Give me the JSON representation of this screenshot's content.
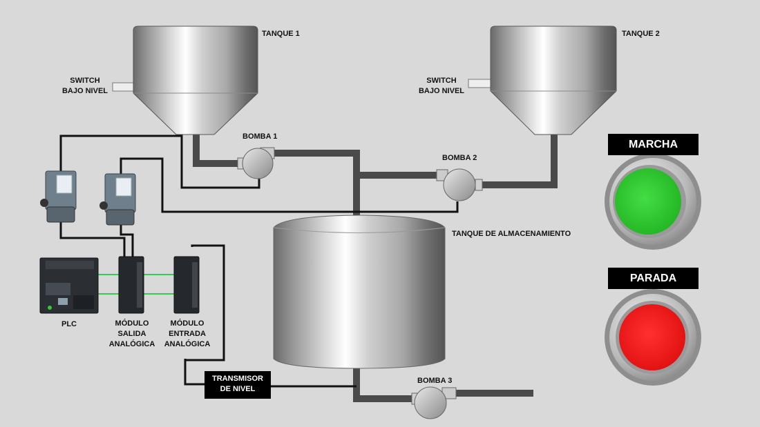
{
  "tanks": {
    "tank1": "TANQUE 1",
    "tank2": "TANQUE 2",
    "storage": "TANQUE DE ALMACENAMIENTO"
  },
  "switches": {
    "switch1": [
      "SWITCH",
      "BAJO NIVEL"
    ],
    "switch2": [
      "SWITCH",
      "BAJO NIVEL"
    ]
  },
  "pumps": {
    "pump1": "BOMBA 1",
    "pump2": "BOMBA 2",
    "pump3": "BOMBA 3"
  },
  "control": {
    "plc": "PLC",
    "output_module": [
      "MÓDULO",
      "SALIDA",
      "ANALÓGICA"
    ],
    "input_module": [
      "MÓDULO",
      "ENTRADA",
      "ANALÓGICA"
    ],
    "transmitter": [
      "TRANSMISOR",
      "DE NIVEL"
    ]
  },
  "buttons": {
    "start": "MARCHA",
    "stop": "PARADA",
    "start_color": "#33cc33",
    "stop_color": "#ff2222"
  },
  "colors": {
    "background": "#d9d9d9",
    "pipe": "#4a4a4a",
    "wire": "#111111",
    "signal": "#33cc55"
  }
}
